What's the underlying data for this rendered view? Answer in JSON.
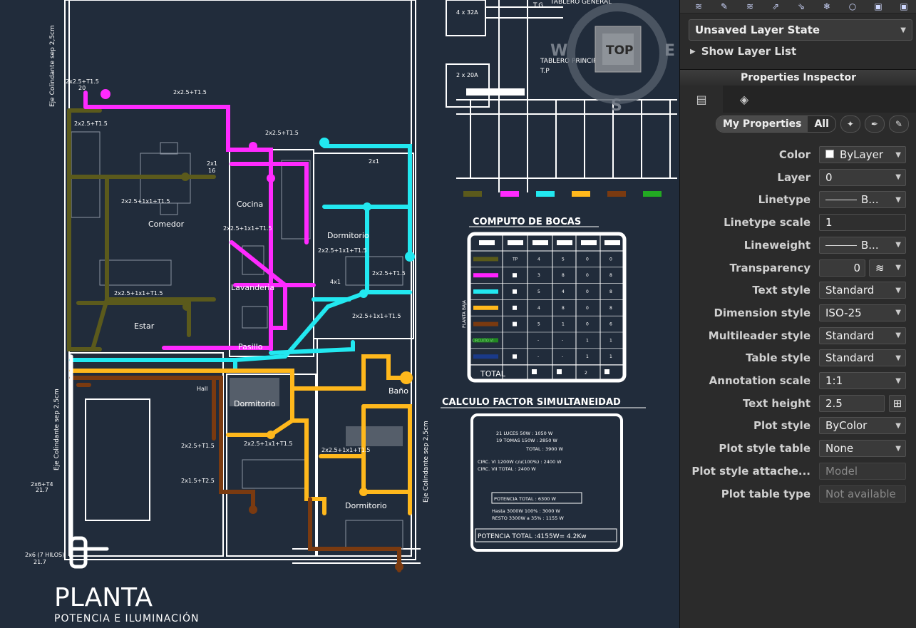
{
  "drawing": {
    "title": "PLANTA",
    "subtitle": "POTENCIA E ILUMINACIÓN",
    "wall_label_left": "Eje Colindante sep 2,5cm",
    "wall_label_bottom": "Eje Colindante sep 2,5cm",
    "wall_label_right": "Eje Colindante sep 2,5cm",
    "rooms": [
      "Comedor",
      "Cocina",
      "Dormitorio",
      "Lavanderia",
      "Estar",
      "Pasillo",
      "Dormitorio",
      "Baño",
      "Dormitorio",
      "Hall"
    ],
    "wire_labels": [
      "2x2.5+T1.5",
      "20",
      "2x1",
      "16",
      "2x2.5+1x1+T1.5",
      "4x1",
      "2x6 (7 HILOS)",
      "21.7",
      "2x6+T4",
      "2x1.5+T2.5"
    ],
    "viewcube": {
      "top": "TOP",
      "west": "W",
      "east": "E",
      "south": "S"
    },
    "panel_labels": {
      "general": "TABLERO GENERAL",
      "general_code": "T.G",
      "principal": "TABLERO PRINCIPAL",
      "principal_code": "T.P",
      "breaker1": "4 x 32A",
      "breaker2": "2 x 20A"
    },
    "computo": {
      "title": "COMPUTO DE BOCAS",
      "side_label": "PLANTA BAJA",
      "circuit_label": "CIRCUITO VI",
      "total_label": "TOTAL",
      "rows": [
        {
          "color": "#5a5a1a",
          "c1": "TP",
          "c2": "4",
          "c3": "5",
          "c4": "0",
          "c5": "0"
        },
        {
          "color": "#ff22ff",
          "c1": "■",
          "c2": "3",
          "c3": "8",
          "c4": "0",
          "c5": "8"
        },
        {
          "color": "#22e8f0",
          "c1": "■",
          "c2": "5",
          "c3": "4",
          "c4": "0",
          "c5": "8"
        },
        {
          "color": "#ffb81c",
          "c1": "■",
          "c2": "4",
          "c3": "8",
          "c4": "0",
          "c5": "8"
        },
        {
          "color": "#7a3a10",
          "c1": "■",
          "c2": "5",
          "c3": "1",
          "c4": "0",
          "c5": "6"
        },
        {
          "color": "#228822",
          "c1": "CIRCUITO VI",
          "c2": "-",
          "c3": "-",
          "c4": "1",
          "c5": "1"
        },
        {
          "color": "#1a3a8a",
          "c1": "■",
          "c2": "-",
          "c3": "-",
          "c4": "1",
          "c5": "1"
        }
      ]
    },
    "calculo": {
      "title": "CALCULO FACTOR SIMULTANEIDAD",
      "lines": [
        "21 LUCES   50W        :   1050 W",
        "19 TOMAS 150W         :   2850 W",
        "TOTAL     :   3900 W",
        "CIRC. VI 1200W c/u(100%)  :   2400 W",
        "CIRC. VII                 TOTAL   :   2400 W",
        "POTENCIA TOTAL    :   6300 W",
        "Hasta 3000W 100%   :   3000 W",
        "RESTO 3300W a 35%  :   1155 W"
      ],
      "result": "POTENCIA TOTAL   :4155W= 4.2Kw"
    }
  },
  "panel": {
    "toolbar_icons": [
      "layer-icon",
      "layer-match-icon",
      "layer-prev-icon",
      "layer-iso-icon",
      "layer-uniso-icon",
      "freeze-icon",
      "off-icon",
      "lock-icon",
      "lock2-icon"
    ],
    "layer_state": "Unsaved Layer State",
    "show_layer_list": "Show Layer List",
    "inspector_title": "Properties Inspector",
    "seg_my": "My Properties",
    "seg_all": "All",
    "properties": [
      {
        "label": "Color",
        "value": "ByLayer",
        "kind": "color"
      },
      {
        "label": "Layer",
        "value": "0",
        "kind": "dropdown"
      },
      {
        "label": "Linetype",
        "value": "B...",
        "kind": "linetype"
      },
      {
        "label": "Linetype scale",
        "value": "1",
        "kind": "input"
      },
      {
        "label": "Lineweight",
        "value": "B...",
        "kind": "linetype"
      },
      {
        "label": "Transparency",
        "value": "0",
        "kind": "transparency"
      },
      {
        "label": "Text style",
        "value": "Standard",
        "kind": "dropdown"
      },
      {
        "label": "Dimension style",
        "value": "ISO-25",
        "kind": "dropdown"
      },
      {
        "label": "Multileader style",
        "value": "Standard",
        "kind": "dropdown"
      },
      {
        "label": "Table style",
        "value": "Standard",
        "kind": "dropdown"
      },
      {
        "label": "Annotation scale",
        "value": "1:1",
        "kind": "dropdown"
      },
      {
        "label": "Text height",
        "value": "2.5",
        "kind": "textheight"
      },
      {
        "label": "Plot style",
        "value": "ByColor",
        "kind": "dropdown"
      },
      {
        "label": "Plot style table",
        "value": "None",
        "kind": "dropdown"
      },
      {
        "label": "Plot style attache...",
        "value": "Model",
        "kind": "disabled"
      },
      {
        "label": "Plot table type",
        "value": "Not available",
        "kind": "disabled"
      }
    ]
  }
}
